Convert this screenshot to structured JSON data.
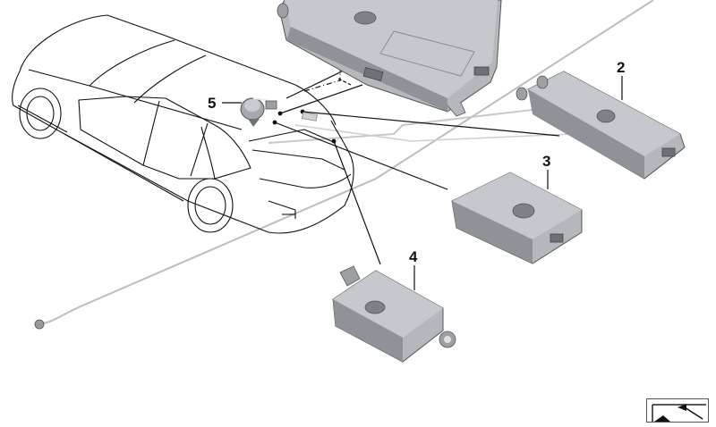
{
  "diagram": {
    "type": "exploded parts diagram",
    "subject": "vehicle antenna / amplifier modules",
    "callouts": [
      {
        "id": "1",
        "label": "",
        "part": "main-antenna-module"
      },
      {
        "id": "2",
        "label": "2",
        "part": "antenna-amplifier-long"
      },
      {
        "id": "3",
        "label": "3",
        "part": "antenna-amplifier-square"
      },
      {
        "id": "4",
        "label": "4",
        "part": "antenna-amplifier-small"
      },
      {
        "id": "5",
        "label": "5",
        "part": "round-sensor-connector"
      }
    ],
    "colors": {
      "outline": "#111111",
      "part_fill": "#a9acb0",
      "part_top": "#c3c6ca",
      "part_dark": "#85888d",
      "cable": "#b8b8b8",
      "background": "#ffffff"
    }
  },
  "nav": {
    "button_icon": "arrow-nav-icon"
  }
}
